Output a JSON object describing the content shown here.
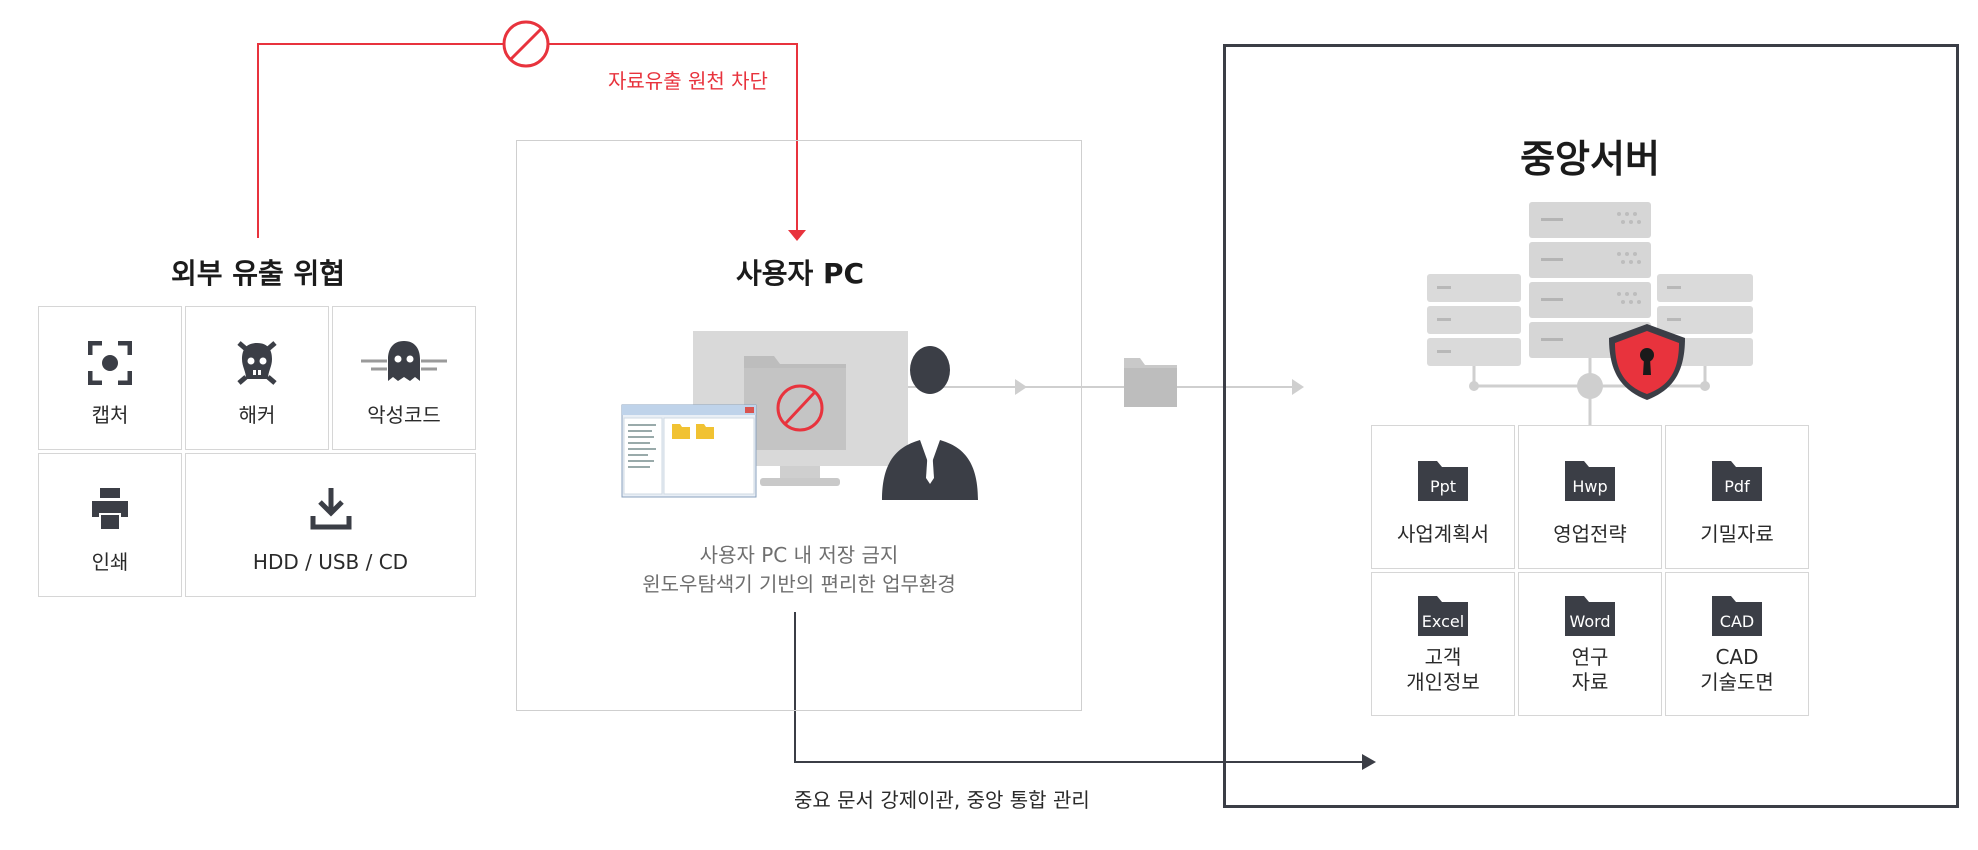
{
  "external": {
    "title": "외부 유출 위협",
    "items": [
      {
        "label": "캡처",
        "icon": "capture-icon"
      },
      {
        "label": "해커",
        "icon": "hacker-icon"
      },
      {
        "label": "악성코드",
        "icon": "malware-icon"
      },
      {
        "label": "인쇄",
        "icon": "printer-icon"
      },
      {
        "label": "HDD / USB / CD",
        "icon": "download-icon"
      }
    ]
  },
  "block_text": "자료유출 원천 차단",
  "user_pc": {
    "title": "사용자 PC",
    "desc_line1": "사용자 PC 내 저장 금지",
    "desc_line2": "윈도우탐색기 기반의 편리한 업무환경"
  },
  "server": {
    "title": "중앙서버",
    "files": [
      {
        "ext": "Ppt",
        "label": "사업계획서"
      },
      {
        "ext": "Hwp",
        "label": "영업전략"
      },
      {
        "ext": "Pdf",
        "label": "기밀자료"
      },
      {
        "ext": "Excel",
        "label_line1": "고객",
        "label_line2": "개인정보"
      },
      {
        "ext": "Word",
        "label_line1": "연구",
        "label_line2": "자료"
      },
      {
        "ext": "CAD",
        "label_line1": "CAD",
        "label_line2": "기술도면"
      }
    ]
  },
  "bottom_text": "중요 문서 강제이관, 중앙 통합 관리",
  "colors": {
    "accent_red": "#e8333d",
    "dark": "#3b3e46",
    "line_gray": "#c8c8c8"
  }
}
